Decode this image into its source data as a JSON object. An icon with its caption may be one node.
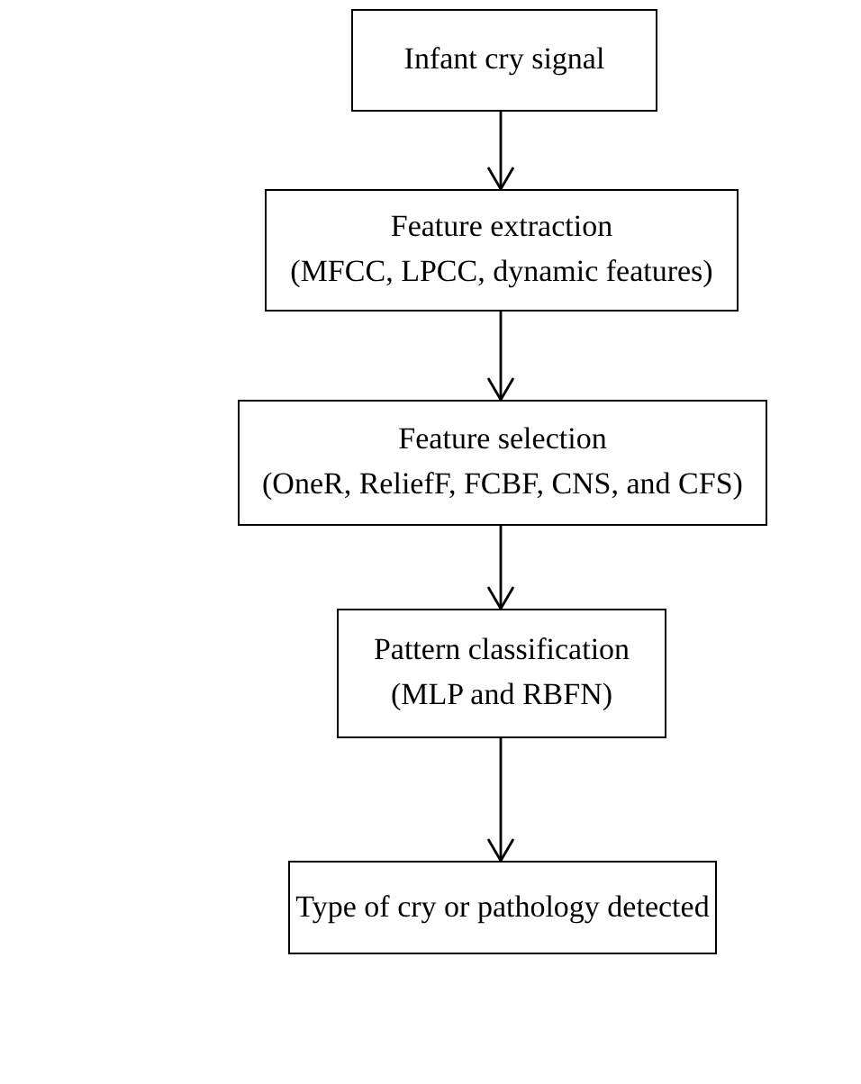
{
  "diagram": {
    "nodes": [
      {
        "text": [
          "Infant cry signal"
        ]
      },
      {
        "text": [
          "Feature extraction",
          "(MFCC, LPCC, dynamic features)"
        ]
      },
      {
        "text": [
          "Feature selection",
          "(OneR, ReliefF, FCBF, CNS, and CFS)"
        ]
      },
      {
        "text": [
          "Pattern classification",
          "(MLP and RBFN)"
        ]
      },
      {
        "text": [
          "Type of cry or pathology detected"
        ]
      }
    ],
    "edges": [
      {
        "from": 0,
        "to": 1,
        "arrow": "to"
      },
      {
        "from": 1,
        "to": 2,
        "arrow": "to"
      },
      {
        "from": 2,
        "to": 3,
        "arrow": "to"
      },
      {
        "from": 3,
        "to": 4,
        "arrow": "to"
      }
    ]
  }
}
